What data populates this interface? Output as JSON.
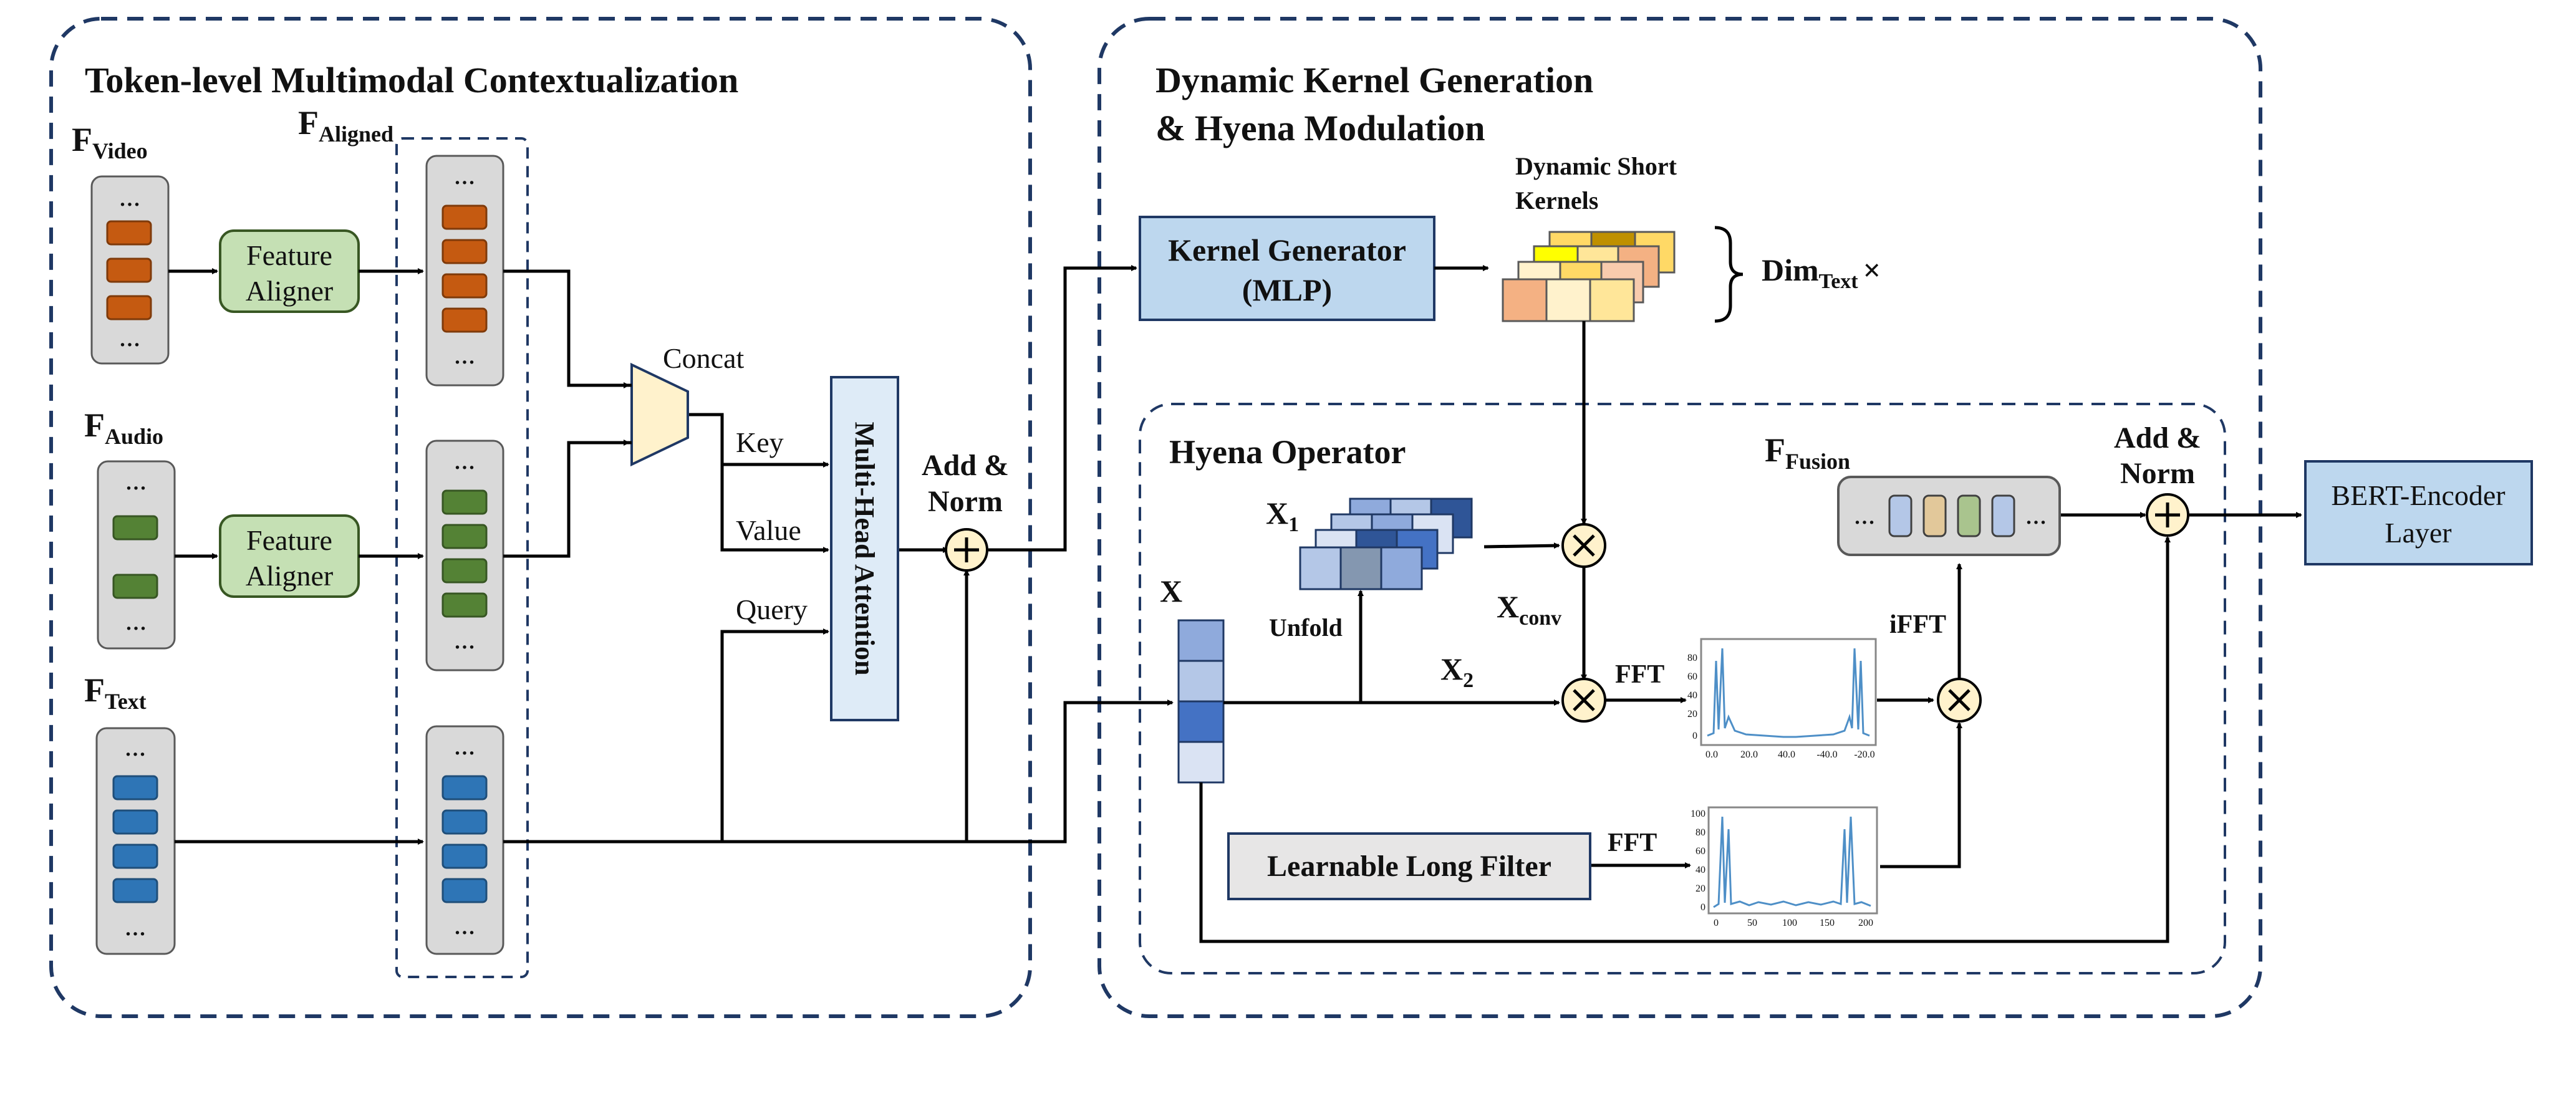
{
  "left_panel": {
    "title": "Token-level Multimodal Contextualization",
    "video": {
      "label": "F",
      "sub": "Video"
    },
    "audio": {
      "label": "F",
      "sub": "Audio"
    },
    "text": {
      "label": "F",
      "sub": "Text"
    },
    "aligned": {
      "label": "F",
      "sub": "Aligned"
    },
    "feature_aligner": [
      "Feature",
      "Aligner"
    ],
    "concat": "Concat",
    "key": "Key",
    "value": "Value",
    "query": "Query",
    "mha": "Multi-Head Attention",
    "add_norm": [
      "Add &",
      "Norm"
    ],
    "ellipsis": "..."
  },
  "right_panel": {
    "title_line1": "Dynamic Kernel Generation",
    "title_line2": "& Hyena Modulation",
    "kernel_generator": [
      "Kernel Generator",
      "(MLP)"
    ],
    "dynamic_short_kernels": [
      "Dynamic Short",
      "Kernels"
    ],
    "dim_text": {
      "label": "Dim",
      "sub": "Text",
      "suffix": "×"
    },
    "hyena": {
      "title": "Hyena Operator",
      "x": "X",
      "x1": {
        "label": "X",
        "sub": "1"
      },
      "x2": {
        "label": "X",
        "sub": "2"
      },
      "xconv": {
        "label": "X",
        "sub": "conv"
      },
      "unfold": "Unfold",
      "fft": "FFT",
      "ifft": "iFFT",
      "ffusion": {
        "label": "F",
        "sub": "Fusion"
      },
      "add_norm": [
        "Add &",
        "Norm"
      ],
      "long_filter": "Learnable Long Filter"
    }
  },
  "bert": [
    "BERT-Encoder",
    "Layer"
  ],
  "plot1": {
    "yticks": [
      "80",
      "60",
      "40",
      "20",
      "0"
    ],
    "xticks": [
      "0.0",
      "20.0",
      "40.0",
      "-40.0",
      "-20.0"
    ]
  },
  "plot2": {
    "yticks": [
      "100",
      "80",
      "60",
      "40",
      "20",
      "0"
    ],
    "xticks": [
      "0",
      "50",
      "100",
      "150",
      "200"
    ]
  },
  "colors": {
    "video": "#c55a11",
    "audio": "#548235",
    "text": "#2e75b6",
    "aligner": "#c5e0b4",
    "kernel_gen": "#bdd7ee",
    "mha": "#deebf7",
    "border": "#1f3864",
    "add": "#fff2cc"
  }
}
